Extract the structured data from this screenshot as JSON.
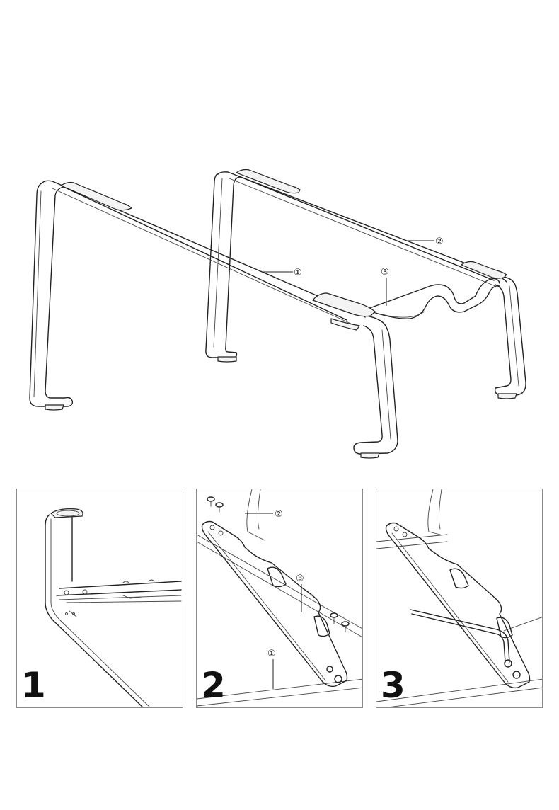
{
  "parts": [
    {
      "id": "part-1",
      "label": "①"
    },
    {
      "id": "part-2",
      "label": "②"
    },
    {
      "id": "part-3",
      "label": "③"
    }
  ],
  "steps": [
    {
      "number": "1"
    },
    {
      "number": "2"
    },
    {
      "number": "3"
    }
  ],
  "step2_callouts": [
    "②",
    "③",
    "①"
  ],
  "icons": [
    "hex-key-icon",
    "screw-icon"
  ]
}
